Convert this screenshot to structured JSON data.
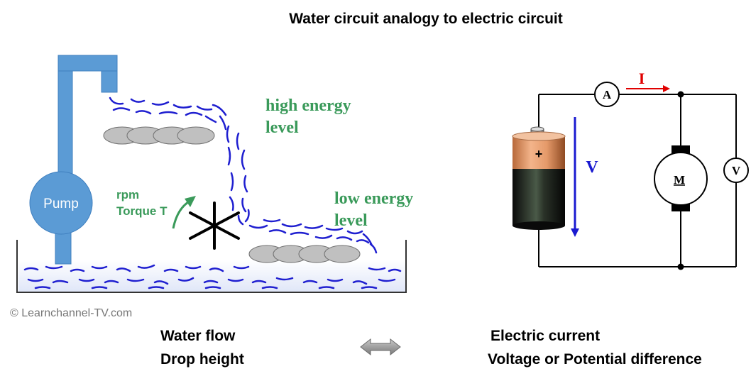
{
  "title": "Water circuit analogy to electric circuit",
  "copyright": "© Learnchannel-TV.com",
  "water": {
    "pump_label": "Pump",
    "rpm_label": "rpm",
    "torque_label": "Torque T",
    "high_energy_line1": "high energy",
    "high_energy_line2": "level",
    "low_energy_line1": "low energy",
    "low_energy_line2": "level"
  },
  "electric": {
    "ammeter_label": "A",
    "current_label": "I",
    "voltage_label": "V",
    "voltmeter_label": "V",
    "motor_label": "M",
    "battery_plus": "+"
  },
  "legend": {
    "left_line1": "Water flow",
    "left_line2": "Drop height",
    "right_line1": "Electric current",
    "right_line2": "Voltage or Potential difference"
  },
  "colors": {
    "pipe": "#5b9bd5",
    "water_line": "#1f1fd0",
    "label_green": "#3a9a5a",
    "current_red": "#e00000",
    "voltage_blue": "#1a1ad0"
  }
}
